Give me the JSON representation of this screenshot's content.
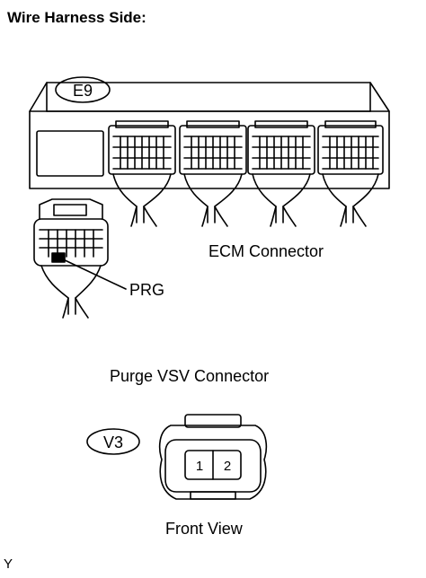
{
  "title": "Wire Harness Side:",
  "ecm": {
    "code": "E9",
    "label": "ECM Connector",
    "pin_label": "PRG"
  },
  "vsv": {
    "label": "Purge VSV Connector",
    "code": "V3",
    "pins": [
      "1",
      "2"
    ],
    "view_label": "Front View"
  },
  "figure_code": "Y"
}
